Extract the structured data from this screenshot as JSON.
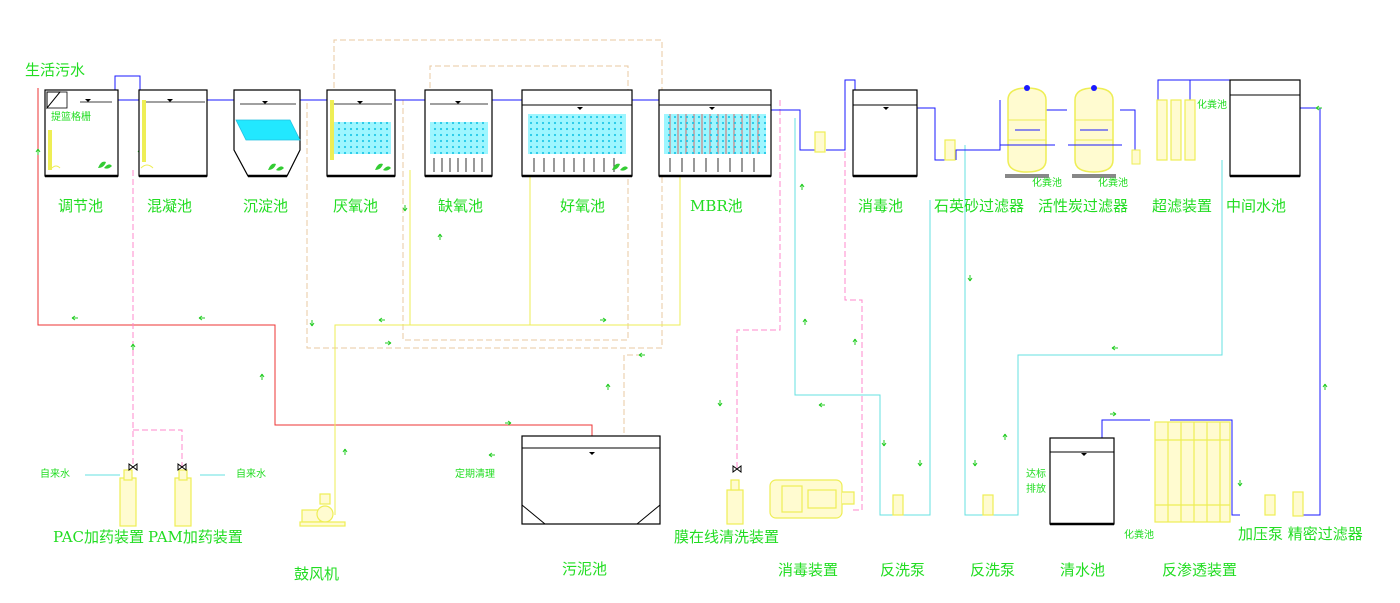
{
  "inlet_label": "生活污水",
  "screen_label": "提篮格栅",
  "tanks": [
    {
      "label": "调节池"
    },
    {
      "label": "混凝池"
    },
    {
      "label": "沉淀池"
    },
    {
      "label": "厌氧池"
    },
    {
      "label": "缺氧池"
    },
    {
      "label": "好氧池"
    },
    {
      "label": "MBR池"
    },
    {
      "label": "消毒池"
    },
    {
      "label": "石英砂过滤器"
    },
    {
      "label": "活性炭过滤器"
    },
    {
      "label": "超滤装置"
    },
    {
      "label": "中间水池"
    }
  ],
  "equipment": {
    "pac": "PAC加药装置",
    "pam": "PAM加药装置",
    "blower": "鼓风机",
    "sludge_tank": "污泥池",
    "membrane_cleaning": "膜在线清洗装置",
    "disinfection_device": "消毒装置",
    "backwash_pump_1": "反洗泵",
    "backwash_pump_2": "反洗泵",
    "clear_water_tank": "清水池",
    "reverse_osmosis": "反渗透装置",
    "booster_pump_filter": "加压泵 精密过滤器"
  },
  "small_labels": {
    "tap_water_left": "自来水",
    "tap_water_right": "自来水",
    "regular_cleaning": "定期清理",
    "septic_1": "化粪池",
    "septic_2": "化粪池",
    "septic_3": "化粪池",
    "septic_4": "化粪池",
    "compliant_discharge_1": "达标",
    "compliant_discharge_2": "排放"
  },
  "colors": {
    "label_green": "#22dd22",
    "main_flow_blue": "#1a1aff",
    "sludge_return_red": "#ee3333",
    "air_yellow": "#eeee55",
    "dosing_pink": "#ff88cc",
    "backwash_cyan": "#66e0e0",
    "return_dashed_tan": "#e8c8a0",
    "media_cyan": "#22e8ff"
  }
}
